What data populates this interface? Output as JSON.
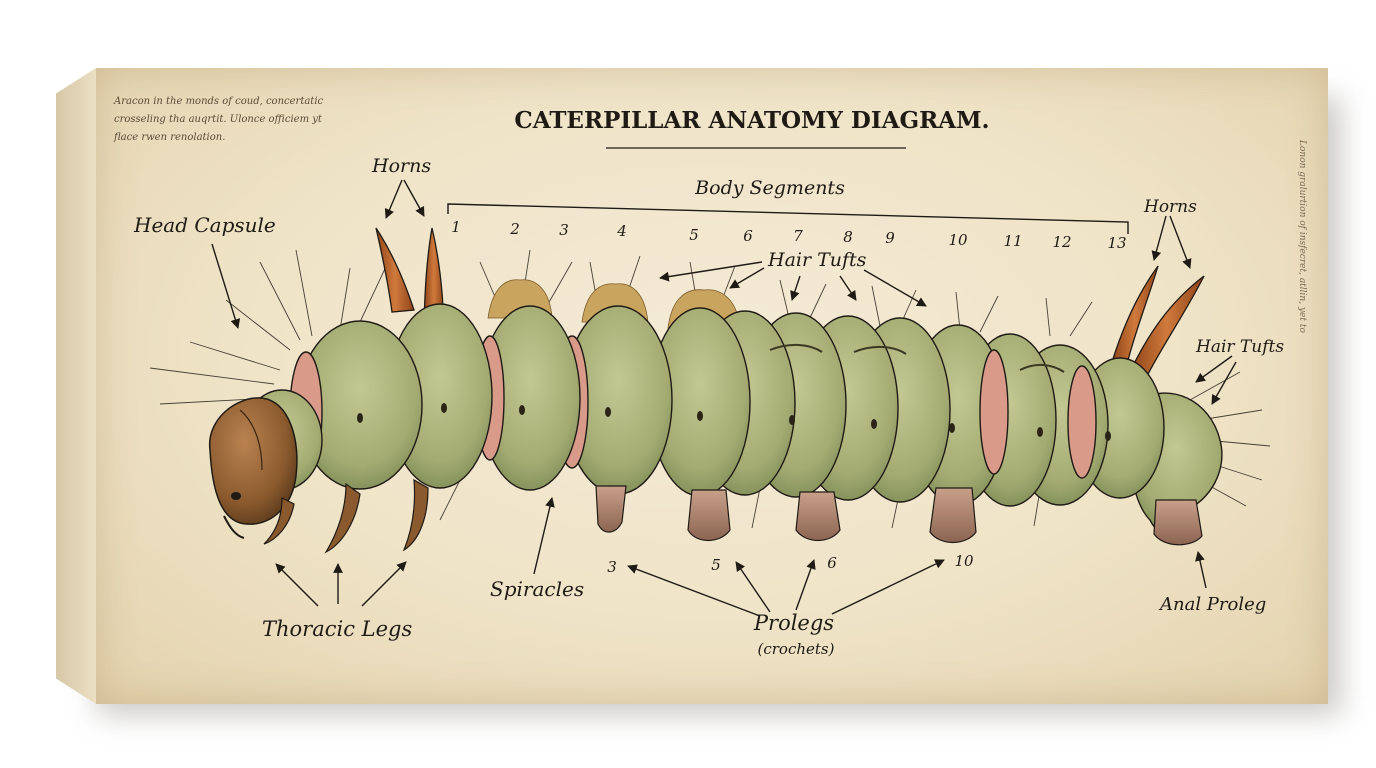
{
  "diagram": {
    "title": "CATERPILLAR ANATOMY DIAGRAM.",
    "notes": {
      "top_left": [
        "Aracon in the monds of coud, concertatic",
        "crosseling tha auqrtit. Ulonce officiem yt",
        "flace rwen renolation."
      ],
      "right_edge": "Lonon gralurtion of insfecret, atllin, yet to"
    },
    "labels": {
      "head_capsule": "Head Capsule",
      "horns_front": "Horns",
      "horns_rear": "Horns",
      "body_segments": "Body Segments",
      "hair_tufts_center": "Hair Tufts",
      "hair_tufts_rear": "Hair Tufts",
      "thoracic_legs": "Thoracic Legs",
      "spiracles": "Spiracles",
      "prolegs": "Prolegs",
      "prolegs_note": "(crochets)",
      "anal_proleg": "Anal Proleg"
    },
    "segment_numbers": [
      "1",
      "2",
      "3",
      "4",
      "5",
      "6",
      "7",
      "8",
      "9",
      "10",
      "11",
      "12",
      "13"
    ],
    "proleg_numbers": [
      "3",
      "5",
      "6",
      "10"
    ],
    "colors": {
      "ink": "#1f1a14",
      "body_green": "#a8b07a",
      "body_shadow": "#7d8a55",
      "membrane_pink": "#d99a8a",
      "horn_orange": "#c0652c",
      "head_brown": "#8a5a2e",
      "tuft_tan": "#c9a45e"
    }
  }
}
